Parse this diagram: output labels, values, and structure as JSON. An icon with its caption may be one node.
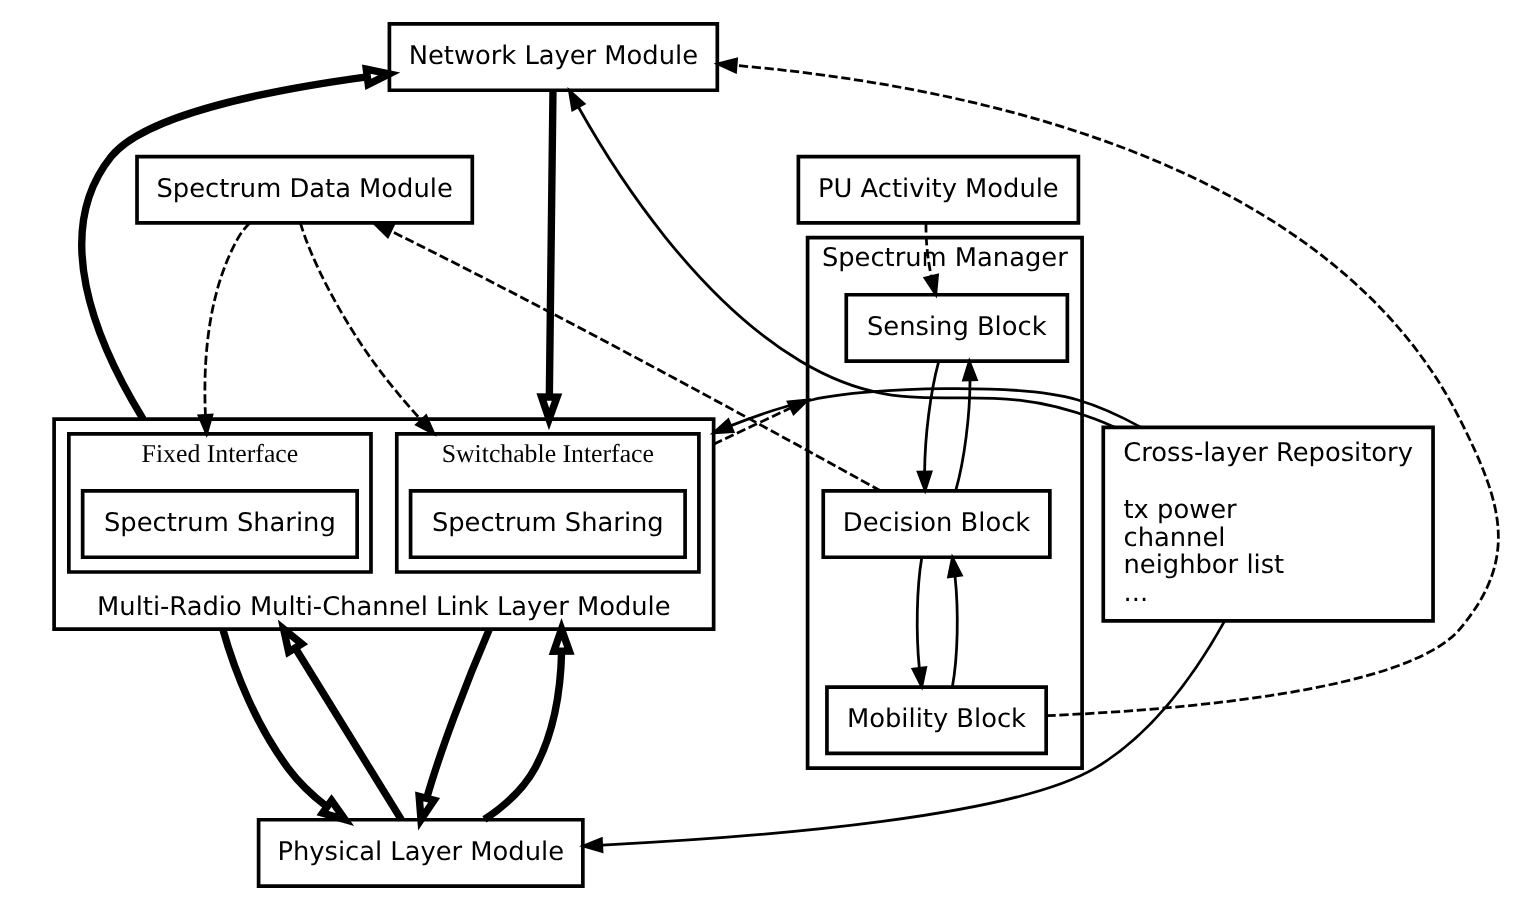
{
  "diagram": {
    "nodes": [
      {
        "text": [
          "Network Layer Module"
        ]
      },
      {
        "text": [
          "Cross-layer Repository",
          "tx power",
          "channel",
          "neighbor list",
          "..."
        ]
      },
      {
        "text": [
          "Spectrum Data Module"
        ]
      },
      {
        "text": [
          "PU Activity Module"
        ]
      },
      {
        "text": [
          "Spectrum Manager"
        ]
      },
      {
        "text": [
          "Sensing Block"
        ],
        "in": 4
      },
      {
        "text": [
          "Decision Block"
        ],
        "in": 4
      },
      {
        "text": [
          "Mobility Block"
        ],
        "in": 4
      },
      {
        "text": [
          "Multi-Radio Multi-Channel Link Layer Module"
        ]
      },
      {
        "text": [
          "Switchable Interface"
        ],
        "in": 8
      },
      {
        "text": [
          "Spectrum Sharing"
        ],
        "in": 9
      },
      {
        "text": [
          "Fixed Interface"
        ],
        "in": 8
      },
      {
        "text": [
          "Spectrum Sharing"
        ],
        "in": 11
      },
      {
        "text": [
          "Physical Layer Module"
        ]
      }
    ],
    "edges": [
      {
        "from": 1,
        "to": 0,
        "arrow": "to"
      },
      {
        "from": 1,
        "to": 8,
        "arrow": "to"
      },
      {
        "from": 1,
        "to": 13,
        "arrow": "to"
      },
      {
        "from": 0,
        "to": 8,
        "arrow": "to",
        "style": "thick"
      },
      {
        "from": 8,
        "to": 0,
        "arrow": "to",
        "style": "thick"
      },
      {
        "from": 8,
        "to": 13,
        "arrow": "to",
        "style": "thick"
      },
      {
        "from": 8,
        "to": 13,
        "arrow": "to",
        "style": "thick"
      },
      {
        "from": 13,
        "to": 8,
        "arrow": "to",
        "style": "thick"
      },
      {
        "from": 13,
        "to": 8,
        "arrow": "to",
        "style": "thick"
      },
      {
        "from": 2,
        "to": 9,
        "arrow": "to",
        "style": "dashed"
      },
      {
        "from": 2,
        "to": 11,
        "arrow": "to",
        "style": "dashed"
      },
      {
        "from": 6,
        "to": 2,
        "arrow": "to",
        "style": "dashed"
      },
      {
        "from": 3,
        "to": 5,
        "arrow": "to",
        "style": "dashed"
      },
      {
        "from": 7,
        "to": 0,
        "arrow": "to",
        "style": "dashed"
      },
      {
        "from": 8,
        "to": 4,
        "arrow": "to",
        "style": "dashed"
      },
      {
        "from": 5,
        "to": 6,
        "arrow": "to"
      },
      {
        "from": 6,
        "to": 5,
        "arrow": "to"
      },
      {
        "from": 6,
        "to": 7,
        "arrow": "to"
      },
      {
        "from": 7,
        "to": 6,
        "arrow": "to"
      }
    ]
  }
}
